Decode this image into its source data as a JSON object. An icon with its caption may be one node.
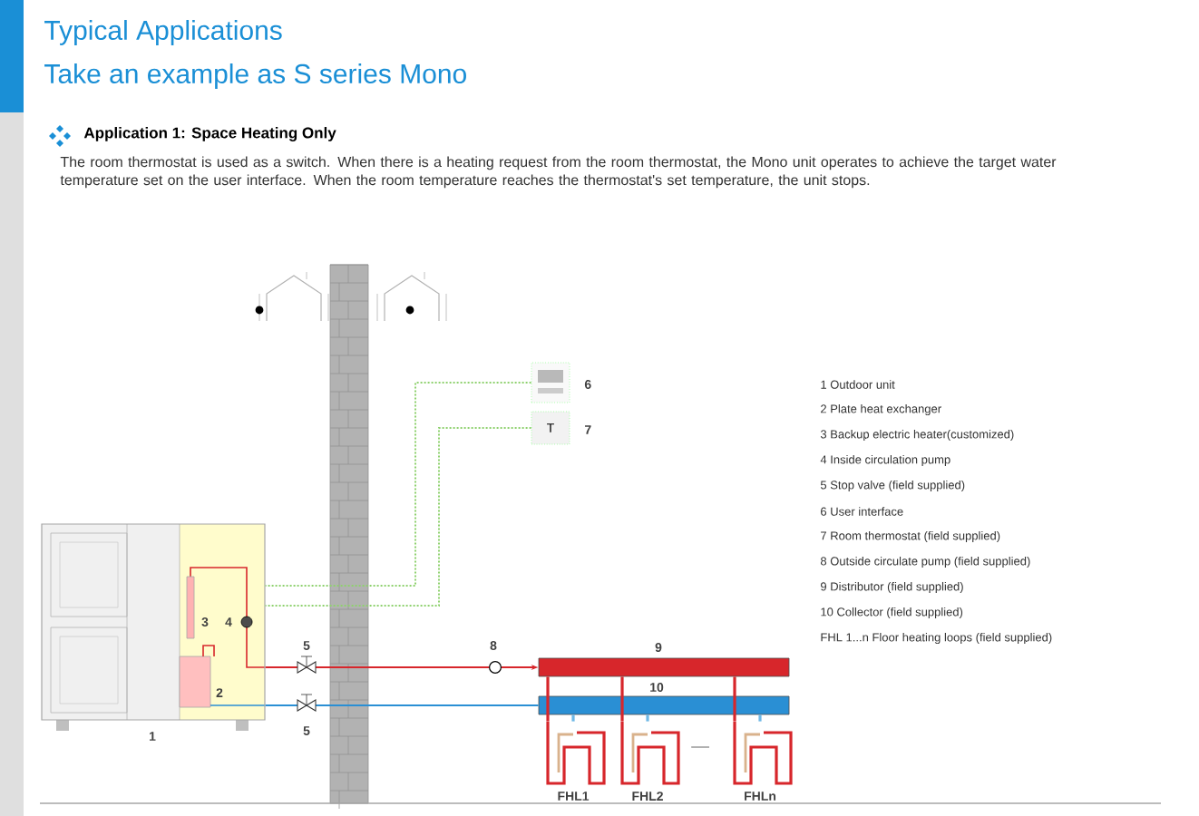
{
  "diagram": {
    "title": "Typical Applications",
    "nodes": [
      {
        "text": [],
        "shape": "picture",
        "beside": [
          "1"
        ]
      },
      {
        "text": [],
        "shape": "box",
        "beside": [
          "6"
        ]
      },
      {
        "text": [
          "T"
        ],
        "beside": [
          "7"
        ]
      },
      {
        "text": [],
        "shape": "bar",
        "beside": [
          "9"
        ]
      },
      {
        "text": [],
        "shape": "bar",
        "beside": [
          "10"
        ]
      },
      {
        "text": [],
        "shape": "picture",
        "beside": [
          "FHL1"
        ]
      },
      {
        "text": [],
        "shape": "picture",
        "beside": [
          "FHL2"
        ]
      },
      {
        "text": [],
        "shape": "picture",
        "beside": [
          "FHLn"
        ]
      }
    ],
    "edges": [
      {
        "from": 1,
        "to": 0,
        "arrow": "none",
        "style": "dashed",
        "color": "#8fd16f"
      },
      {
        "from": 2,
        "to": 0,
        "arrow": "none",
        "style": "dashed",
        "color": "#8fd16f"
      },
      {
        "from": 0,
        "to": 3,
        "arrow": "to",
        "color": "#d7262b"
      },
      {
        "from": 0,
        "to": 4,
        "arrow": "none",
        "color": "#2a8fd4"
      },
      {
        "from": 3,
        "to": 5,
        "arrow": "none",
        "color": "#d7262b"
      },
      {
        "from": 3,
        "to": 6,
        "arrow": "none",
        "color": "#d7262b"
      },
      {
        "from": 3,
        "to": 7,
        "arrow": "none",
        "color": "#d7262b"
      },
      {
        "from": 4,
        "to": 5,
        "arrow": "none",
        "color": "#6fb8e6"
      },
      {
        "from": 4,
        "to": 6,
        "arrow": "none",
        "color": "#6fb8e6"
      },
      {
        "from": 4,
        "to": 7,
        "arrow": "none",
        "color": "#6fb8e6"
      }
    ],
    "labels": [
      "Take an example as S series Mono",
      "Application 1: Space Heating Only",
      "The room thermostat is used as a switch. When there is a heating request from the room thermostat, the Mono unit operates to achieve the target water temperature set on the user interface. When the room temperature reaches the thermostat's set temperature, the unit stops.",
      "2",
      "3",
      "4",
      "5",
      "5",
      "8",
      "1 Outdoor unit",
      "2 Plate heat exchanger",
      "3 Backup electric heater(customized)",
      "4 Inside circulation pump",
      "5 Stop valve (field supplied)",
      "6 User interface",
      "7 Room thermostat (field supplied)",
      "8 Outside circulate pump (field supplied)",
      "9 Distributor (field supplied)",
      "10 Collector (field supplied)",
      "FHL 1...n Floor heating loops (field supplied)"
    ]
  }
}
